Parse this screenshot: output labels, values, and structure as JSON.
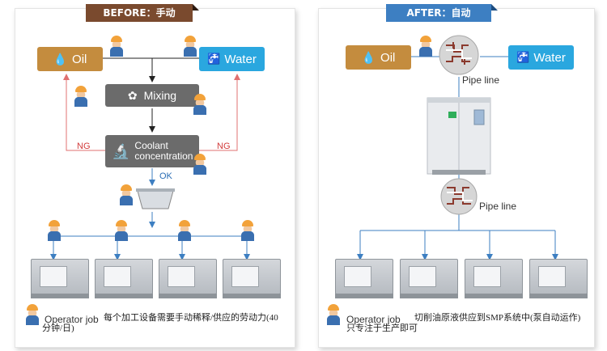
{
  "before": {
    "tab_label": "BEFORE：手动",
    "oil_label": "Oil",
    "water_label": "Water",
    "mixing_label": "Mixing",
    "coolant_label_1": "Coolant",
    "coolant_label_2": "concentration",
    "ng_left": "NG",
    "ng_right": "NG",
    "ok_label": "OK",
    "legend_label": "Operator  job",
    "legend_text": "每个加工设备需要手动稀释/供应的劳动力(40分钟/日)"
  },
  "after": {
    "tab_label": "AFTER：自动",
    "oil_label": "Oil",
    "water_label": "Water",
    "pipe_line_1": "Pipe  line",
    "pipe_line_2": "Pipe  line",
    "legend_label": "Operator  job",
    "legend_text": "切削油原液供应到SMP系统中(泵自动运作)只专注于生产即可"
  },
  "colors": {
    "oil": "#c48c3e",
    "water": "#2aa7df",
    "process": "#6b6b6b",
    "ng_line": "#e07070",
    "supply_line": "#3d7fc2",
    "before_tab": "#7a4a2e",
    "after_tab": "#3d7fc2"
  },
  "icons": [
    "oil-drop-icon",
    "water-faucet-icon",
    "mixing-fan-icon",
    "microscope-icon",
    "operator-icon",
    "pipe-junction-icon",
    "smp-unit",
    "machine-tool",
    "coolant-bin"
  ]
}
